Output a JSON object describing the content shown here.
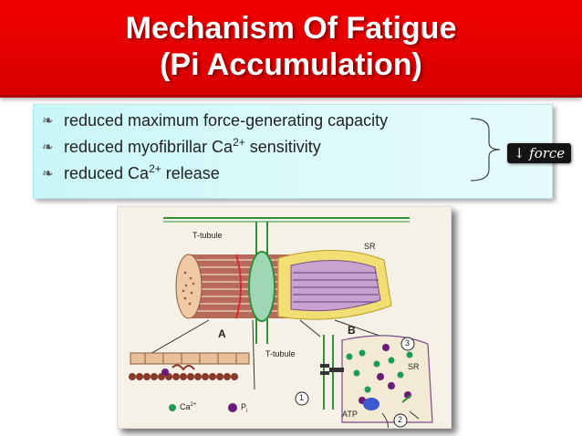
{
  "title": {
    "line1": "Mechanism Of Fatigue",
    "line2": "(Pi Accumulation)"
  },
  "bullets": [
    {
      "text": "reduced maximum force-generating capacity",
      "sup": "",
      "tail": ""
    },
    {
      "text": "reduced myofibrillar Ca",
      "sup": "2+",
      "tail": " sensitivity"
    },
    {
      "text": "reduced Ca",
      "sup": "2+",
      "tail": " release"
    }
  ],
  "bullet_icon": "leaf-bullet-icon",
  "result_label": "↓ force",
  "figure": {
    "t_tubule_top": "T-tubule",
    "sr_top": "SR",
    "label_a": "A",
    "label_b": "B",
    "t_tubule_mid": "T-tubule",
    "sr_right": "SR",
    "num_1": "1",
    "num_2": "2",
    "num_3": "3",
    "atp": "ATP",
    "legend_ca": "Ca",
    "legend_ca_sup": "2+",
    "legend_pi": "P",
    "legend_pi_sub": "i"
  },
  "colors": {
    "title_bg": "#e60000",
    "box_bg": "#d4f8f9",
    "ca_dot": "#1e9a55",
    "pi_dot": "#6a1a7a",
    "sr_yellow": "#f2df73"
  }
}
